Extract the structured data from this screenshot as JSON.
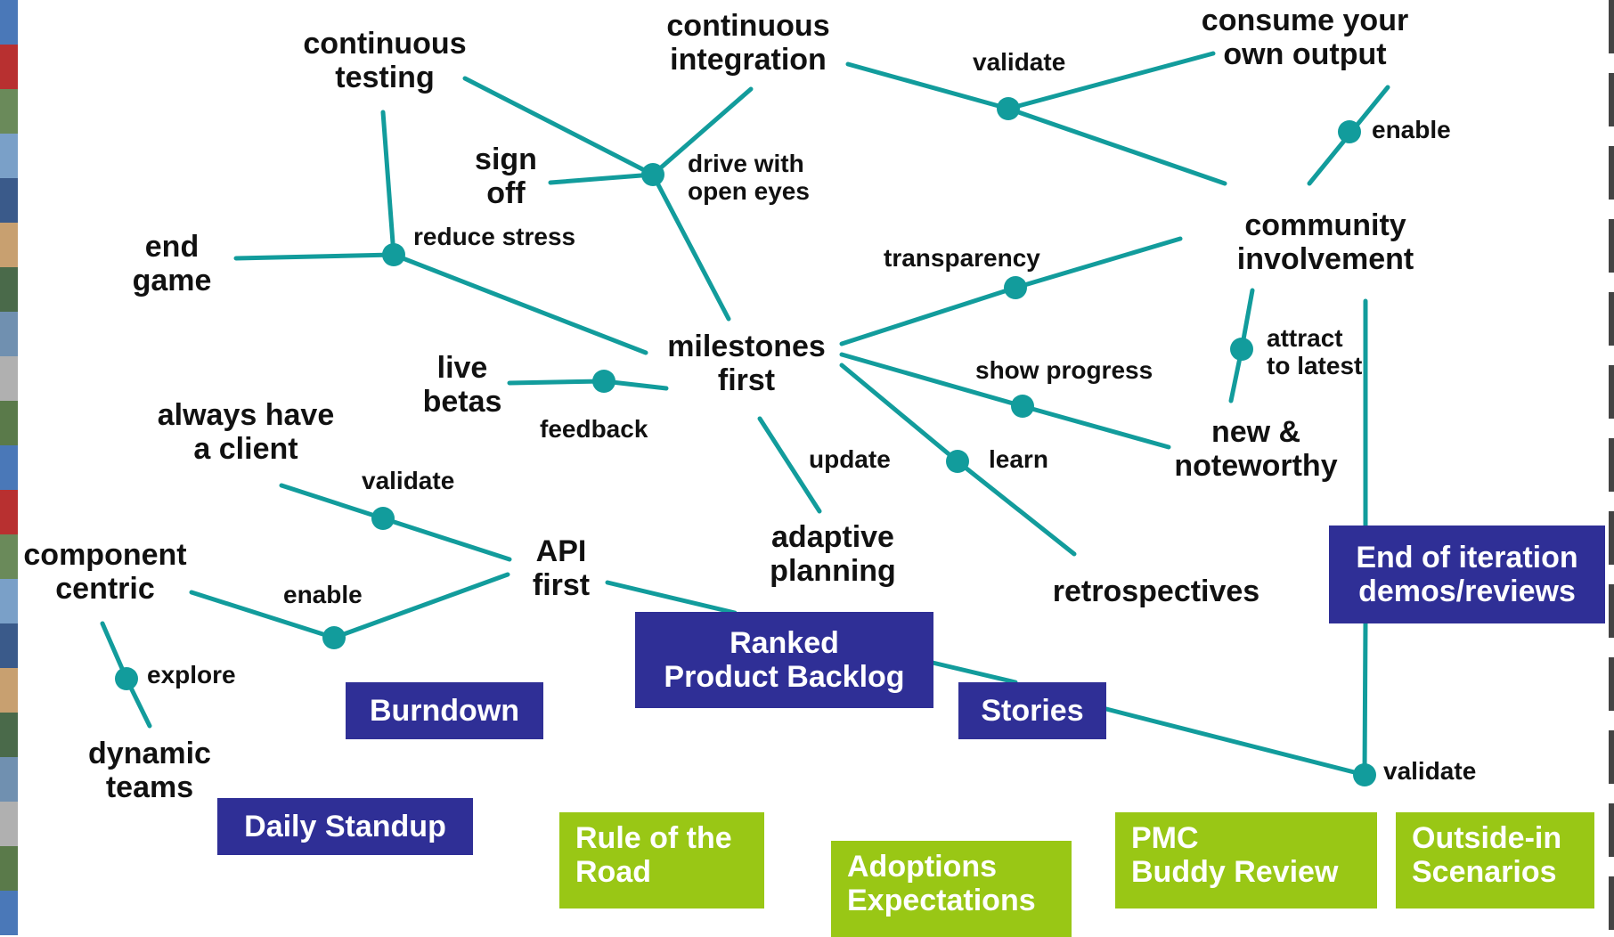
{
  "colors": {
    "edge": "#129c9c",
    "blue_box": "#2f2f96",
    "green_box": "#99c715",
    "text": "#111111"
  },
  "nodes": {
    "continuous_testing": "continuous\ntesting",
    "continuous_integration": "continuous\nintegration",
    "consume_your_own_output": "consume your\nown output",
    "sign_off": "sign\noff",
    "end_game": "end\ngame",
    "community_involvement": "community\ninvolvement",
    "milestones_first": "milestones\nfirst",
    "live_betas": "live\nbetas",
    "always_have_a_client": "always have\na client",
    "new_noteworthy": "new &\nnoteworthy",
    "api_first": "API\nfirst",
    "adaptive_planning": "adaptive\nplanning",
    "retrospectives": "retrospectives",
    "component_centric": "component\ncentric",
    "dynamic_teams": "dynamic\nteams"
  },
  "edge_labels": {
    "validate_top": "validate",
    "enable_top": "enable",
    "drive_with_open_eyes": "drive with\nopen eyes",
    "reduce_stress": "reduce stress",
    "transparency": "transparency",
    "attract_to_latest": "attract\nto latest",
    "show_progress": "show progress",
    "feedback": "feedback",
    "update": "update",
    "learn": "learn",
    "validate_api": "validate",
    "enable_api": "enable",
    "explore": "explore",
    "validate_bottom": "validate"
  },
  "practices_blue": {
    "end_of_iteration": "End of iteration\ndemos/reviews",
    "ranked_backlog": "Ranked\nProduct Backlog",
    "burndown": "Burndown",
    "stories": "Stories",
    "daily_standup": "Daily Standup"
  },
  "practices_green": {
    "rule_of_the_road": "Rule of the\nRoad",
    "adoptions_expectations": "Adoptions\nExpectations",
    "pmc_buddy_review": "PMC\nBuddy Review",
    "outside_in_scenarios": "Outside-in\nScenarios"
  }
}
